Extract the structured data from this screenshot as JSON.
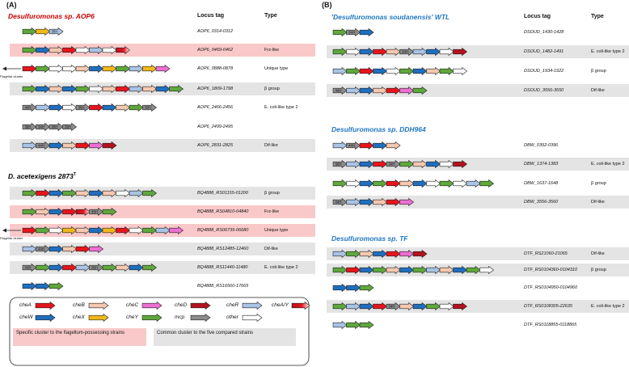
{
  "panels": {
    "A": {
      "label": "(A)",
      "sections": [
        {
          "title": "Desulfuromonas sp. AOP6",
          "title_color": "red",
          "header_locus": "Locus tag",
          "header_type": "Type",
          "rows": [
            {
              "locus": "AOP6_0314-0312",
              "type": "",
              "bg": "none",
              "genes": [
                "cheY",
                "cheX",
                "cheR:36H"
              ]
            },
            {
              "locus": "AOP6_0469-0462",
              "type": "Frz-like",
              "bg": "pink",
              "genes": [
                "cheY",
                "cheW",
                "cheB",
                "cheA",
                "other",
                "cheR",
                "other",
                "cheA/Y"
              ]
            },
            {
              "locus": "AOP6_0888-0878",
              "type": "Unique type",
              "bg": "none",
              "genes": [
                "cheA",
                "cheY",
                "other",
                "other",
                "cheB",
                "cheW",
                "cheX",
                "cheY",
                "cheR",
                "cheX",
                "cheC"
              ]
            },
            {
              "locus": "AOP6_1809-1798",
              "type": "β group",
              "bg": "gray",
              "genes": [
                "cheY",
                "cheW",
                "cheB",
                "cheW",
                "cheY",
                "other",
                "cheB",
                "cheA",
                "cheR",
                "cheB",
                "cheW",
                "cheY"
              ]
            },
            {
              "locus": "AOP6_2466-2456",
              "type": "E. coli-like type 2",
              "bg": "none",
              "genes": [
                "mcp:44H",
                "cheR",
                "cheW",
                "other",
                "mcp:36H",
                "cheA",
                "cheW",
                "cheB",
                "cheY",
                "mcp:38H"
              ]
            },
            {
              "locus": "AOP6_2499-2495",
              "type": "",
              "bg": "none",
              "genes": [
                "mcp:38H",
                "mcp:34H",
                "mcp:38H",
                "mcp:38H"
              ]
            },
            {
              "locus": "AOP6_2831-2825",
              "type": "Dif-like",
              "bg": "gray",
              "genes": [
                "cheR",
                "mcp:44H",
                "cheW",
                "cheB",
                "cheA",
                "cheC",
                "cheD"
              ]
            }
          ]
        },
        {
          "title": "D. acetexigens 2873",
          "title_sup": "T",
          "title_color": "black",
          "rows": [
            {
              "locus": "BQ4888_RS01155-01200",
              "type": "β group",
              "bg": "gray",
              "genes": [
                "cheY",
                "cheA",
                "cheW",
                "cheY",
                "cheB",
                "cheW",
                "cheB",
                "other",
                "cheR",
                "cheY"
              ]
            },
            {
              "locus": "BQ4888_RS04810-04840",
              "type": "Frz-like",
              "bg": "pink",
              "genes": [
                "cheY",
                "cheB",
                "cheW",
                "cheA",
                "cheA/Y",
                "mcp:45H",
                "cheY"
              ]
            },
            {
              "locus": "BQ4888_RS06735-06680",
              "type": "Unique type",
              "bg": "pink",
              "genes": [
                "cheA",
                "cheY",
                "other",
                "cheX",
                "cheB",
                "cheW",
                "cheX",
                "cheA",
                "other",
                "cheY",
                "cheR",
                "cheC"
              ]
            },
            {
              "locus": "BQ4888_RS12485-12460",
              "type": "Dif-like",
              "bg": "gray",
              "genes": [
                "cheR",
                "mcp:44H",
                "cheW",
                "cheB",
                "cheA",
                "cheC"
              ]
            },
            {
              "locus": "BQ4888_RS11440-11480",
              "type": "E. coli-like type 2",
              "bg": "gray",
              "genes": [
                "mcp:44H",
                "cheY",
                "cheW",
                "cheA",
                "cheR",
                "mcp:36H",
                "cheY",
                "cheB",
                "cheW",
                "cheY"
              ]
            },
            {
              "locus": "BQ4888_RS16560-17665",
              "type": "",
              "bg": "none",
              "genes": [
                "cheW",
                "cheW",
                "cheY"
              ]
            }
          ]
        }
      ],
      "flagellar_label": "Flagellar cluster"
    },
    "B": {
      "label": "(B)",
      "sections": [
        {
          "title": "'Desulfuromonas soudanensis' WTL",
          "title_color": "blue",
          "header_locus": "Locus tag",
          "header_type": "Type",
          "rows": [
            {
              "locus": "DSOUD_1430-1428",
              "type": "",
              "bg": "none",
              "genes": [
                "cheY",
                "mcp:34H",
                "cheW"
              ]
            },
            {
              "locus": "DSOUD_1482-1491",
              "type": "E. coli-like type 2",
              "bg": "gray",
              "genes": [
                "cheY",
                "other",
                "cheW",
                "cheA",
                "cheB",
                "mcp:34H",
                "cheR",
                "cheW",
                "other",
                "cheD"
              ]
            },
            {
              "locus": "DSOUD_1934-1922",
              "type": "β group",
              "bg": "none",
              "genes": [
                "cheR",
                "cheY",
                "cheA",
                "cheW",
                "other",
                "cheY",
                "cheW",
                "cheB",
                "cheY",
                "other"
              ]
            },
            {
              "locus": "DSOUD_3556-3550",
              "type": "Dif-like",
              "bg": "gray",
              "genes": [
                "mcp:44H",
                "cheR",
                "cheW",
                "cheB",
                "cheA",
                "cheC",
                "cheY"
              ]
            }
          ]
        },
        {
          "title": "Desulfuromonas sp. DDH964",
          "title_color": "blue",
          "rows": [
            {
              "locus": "DBW_0392-0396",
              "type": "",
              "bg": "none",
              "genes": [
                "cheR",
                "mcp:44H",
                "cheA",
                "cheW",
                "cheB"
              ]
            },
            {
              "locus": "DBW_1374-1383",
              "type": "E. coli-like type 2",
              "bg": "gray",
              "genes": [
                "mcp:36H",
                "cheR",
                "cheW",
                "cheA",
                "mcp:34H",
                "cheY",
                "cheB",
                "cheW",
                "other",
                "cheD"
              ]
            },
            {
              "locus": "DBW_1637-1648",
              "type": "β group",
              "bg": "none",
              "genes": [
                "cheY",
                "other",
                "cheW",
                "cheY",
                "cheA",
                "cheB",
                "cheW",
                "other",
                "cheY",
                "other",
                "cheR",
                "cheY"
              ]
            },
            {
              "locus": "DBW_3556-3560",
              "type": "Dif-like",
              "bg": "gray",
              "genes": [
                "mcp:44H",
                "cheR",
                "cheW",
                "cheB",
                "cheA",
                "cheC"
              ]
            }
          ]
        },
        {
          "title": "Desulfuromonas sp. TF",
          "title_color": "blue",
          "rows": [
            {
              "locus": "DTF_RS21060-21065",
              "type": "Dif-like",
              "bg": "gray",
              "genes": [
                "cheR",
                "cheY",
                "cheB",
                "cheW",
                "cheA",
                "cheC",
                "cheD"
              ]
            },
            {
              "locus": "DTF_RS0104360-0104310",
              "type": "β group",
              "bg": "gray",
              "genes": [
                "cheY",
                "cheA",
                "cheW",
                "cheY",
                "cheB",
                "cheW",
                "cheY",
                "cheR",
                "cheB",
                "cheW",
                "cheY",
                "other"
              ]
            },
            {
              "locus": "DTF_RS0104950-0104960",
              "type": "",
              "bg": "none",
              "genes": [
                "cheW",
                "cheW",
                "cheY"
              ]
            },
            {
              "locus": "DTF_RS0108305-22635",
              "type": "E. coli-like type 2",
              "bg": "gray",
              "genes": [
                "cheY",
                "cheR",
                "cheW",
                "cheA",
                "mcp:34H",
                "cheB",
                "cheW",
                "cheY",
                "other",
                "cheD"
              ]
            },
            {
              "locus": "DTF_RS0118855-0118865",
              "type": "",
              "bg": "none",
              "genes": [
                "cheR",
                "cheY",
                "cheY"
              ]
            }
          ]
        }
      ]
    }
  },
  "legend": {
    "items": [
      {
        "label": "cheA",
        "gene": "cheA"
      },
      {
        "label": "cheB",
        "gene": "cheB"
      },
      {
        "label": "cheC",
        "gene": "cheC"
      },
      {
        "label": "cheD",
        "gene": "cheD"
      },
      {
        "label": "cheR",
        "gene": "cheR"
      },
      {
        "label": "cheA/Y",
        "gene": "cheA/Y"
      },
      {
        "label": "cheW",
        "gene": "cheW"
      },
      {
        "label": "cheX",
        "gene": "cheX"
      },
      {
        "label": "cheY",
        "gene": "cheY"
      },
      {
        "label": "mcp",
        "gene": "mcp"
      },
      {
        "label": "other",
        "gene": "other"
      }
    ],
    "pink_note": "Specific cluster to the flagellum-possessing strains",
    "gray_note": "Common cluster to the five compared strains"
  },
  "colors": {
    "cheA": "#e8141c",
    "cheB": "#f5c8b0",
    "cheC": "#ee6fd3",
    "cheD": "#b3121f",
    "cheR": "#a9c4e4",
    "cheW": "#1f6fbf",
    "cheX": "#f2b81b",
    "cheY": "#5fa83c",
    "mcp": "#8c8c8c",
    "other": "#ffffff",
    "pink_bg": "#f9c9c9",
    "gray_bg": "#e4e4e4",
    "outline": "#222222"
  }
}
